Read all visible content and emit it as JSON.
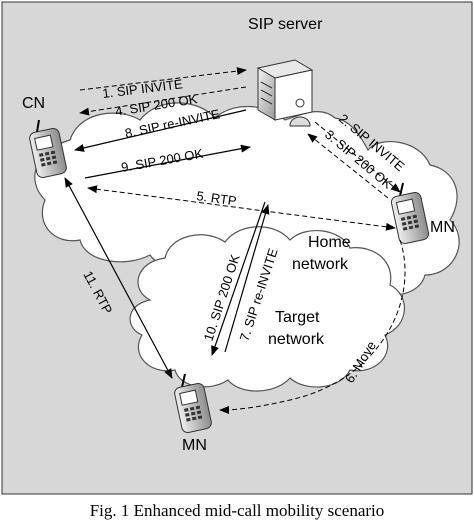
{
  "nodes": {
    "sip_server": "SIP server",
    "cn": "CN",
    "mn_home": "MN",
    "mn_target": "MN"
  },
  "networks": {
    "home": [
      "Home",
      "network"
    ],
    "target": [
      "Target",
      "network"
    ]
  },
  "messages": {
    "m1": "1. SIP INVITE",
    "m2": "2. SIP INVITE",
    "m3": "3. SIP 200 OK",
    "m4": "4. SIP 200 OK",
    "m5": "5. RTP",
    "m6": "6. Move",
    "m7": "7. SIP re-INVITE",
    "m8": "8. SIP re-INVITE",
    "m9": "9. SIP 200 OK",
    "m10": "10. SIP 200 OK",
    "m11": "11. RTP"
  },
  "caption": "Fig. 1 Enhanced mid-call mobility scenario"
}
